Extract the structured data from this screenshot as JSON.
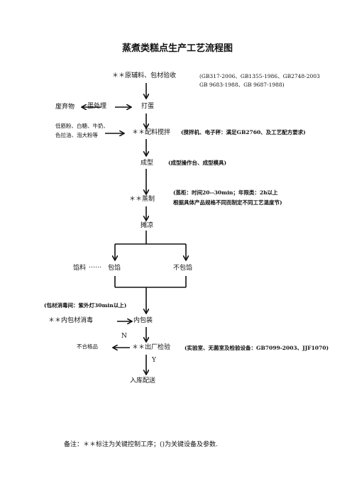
{
  "title": "蒸煮类糕点生产工艺流程图",
  "nodes": {
    "raw_material": "＊＊原辅料、包材验收",
    "raw_standards_1": "(GB317-2006、GB1355-1986、GB2748-2003",
    "raw_standards_2": "GB 9683-1988、GB 9687-1988)",
    "waste": "废弃物",
    "egg_treat": "蛋处理",
    "beat_egg": "打蛋",
    "ingredients_1": "低筋粉、白糖、牛奶、",
    "ingredients_2": "色拉油、泡大粉等",
    "mixing": "＊＊配料搅拌",
    "mixing_note": "(搅拌机、电子秤：满足GB2760、及工艺配方要求)",
    "forming": "成型",
    "forming_note": "(成型操作台、成型模具)",
    "steaming": "＊＊蒸制",
    "steaming_note_1": "(蒸柜：时间20--30min；年限类：2h以上",
    "steaming_note_2": "根据具体产品规格不同而制定不同工艺温度节)",
    "cooling": "摊凉",
    "filling_material": "馅料",
    "filling_dots": "……",
    "with_filling": "包馅",
    "no_filling": "不包馅",
    "disinfect_note": "(包材消毒间：紫外灯30min以上)",
    "pack_disinfect": "＊＊内包材消毒",
    "inner_pack": "内包装",
    "label_n": "N",
    "unqualified": "不合格品",
    "inspection": "＊＊出厂检验",
    "inspection_note": "(实验室、无菌室及检验设备：GB7099-2003、JJF1070)",
    "label_y": "Y",
    "storage": "入库配送"
  },
  "footer": "备注：＊＊标注为关键控制工序；()为关键设备及参数."
}
